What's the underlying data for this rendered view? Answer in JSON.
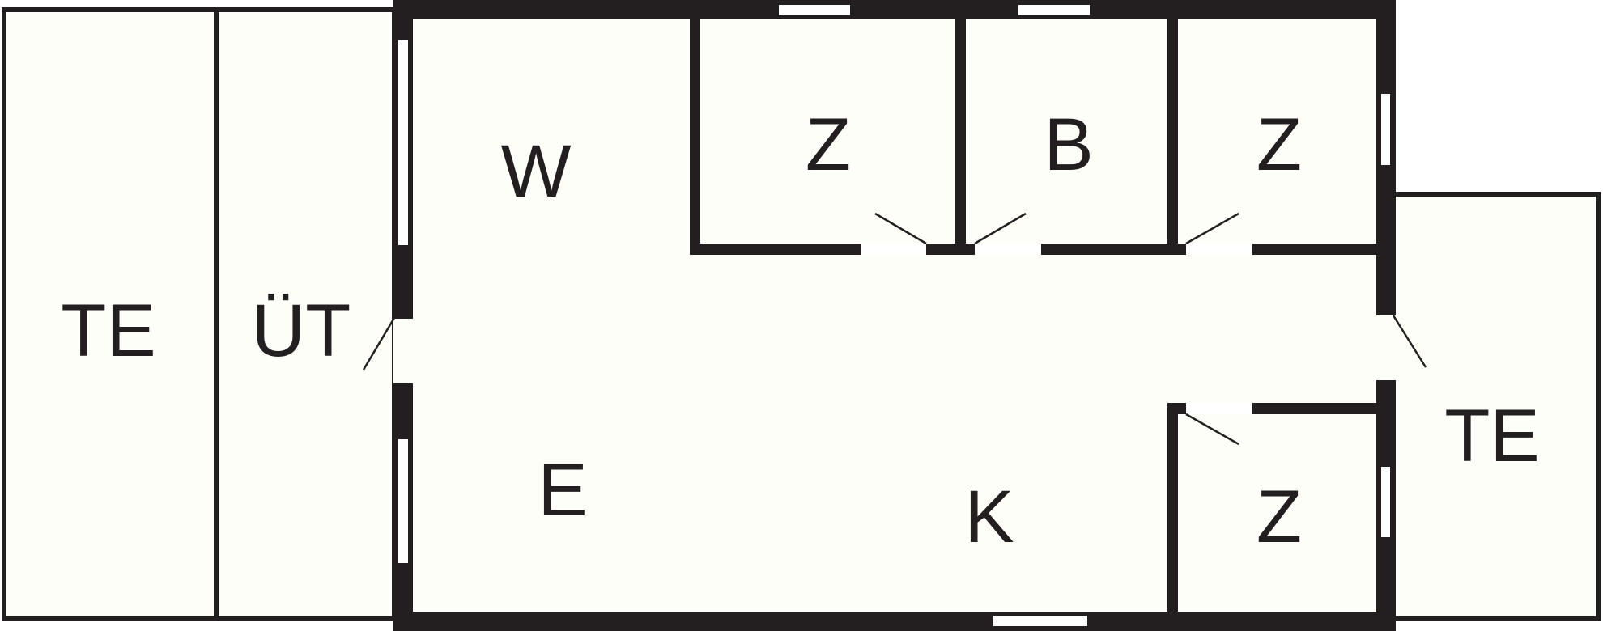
{
  "floor_plan": {
    "rooms": [
      {
        "id": "terrace-left",
        "label": "TE"
      },
      {
        "id": "veranda",
        "label": "ÜT"
      },
      {
        "id": "living",
        "label": "W"
      },
      {
        "id": "dining",
        "label": "E"
      },
      {
        "id": "kitchen",
        "label": "K"
      },
      {
        "id": "bedroom-1",
        "label": "Z"
      },
      {
        "id": "bathroom",
        "label": "B"
      },
      {
        "id": "bedroom-2",
        "label": "Z"
      },
      {
        "id": "bedroom-3",
        "label": "Z"
      },
      {
        "id": "terrace-right",
        "label": "TE"
      }
    ],
    "colors": {
      "wall": "#231f20",
      "floor": "#fefef9",
      "background": "#ffffff",
      "opening": "#ffffff"
    }
  }
}
